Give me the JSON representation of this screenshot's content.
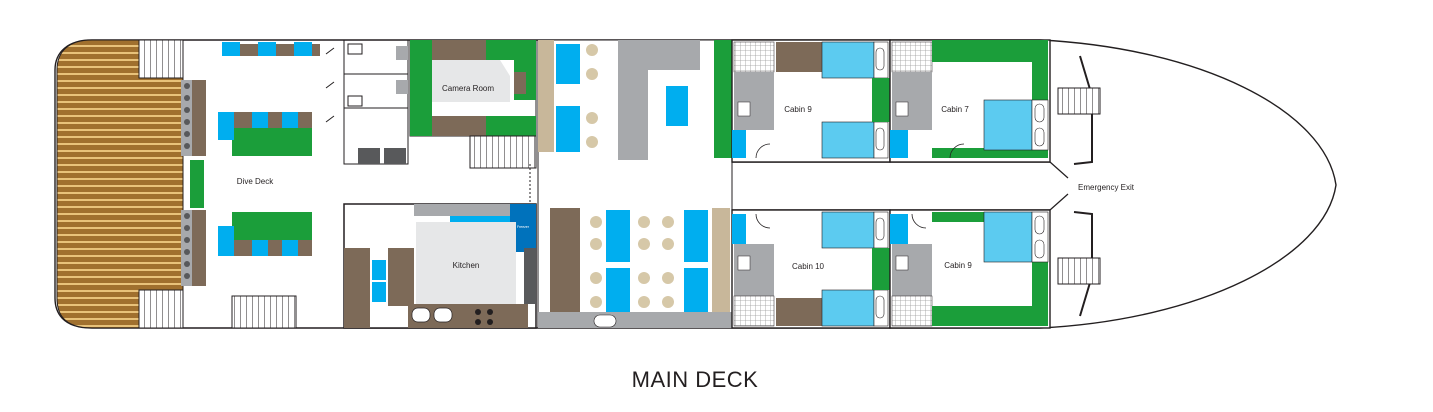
{
  "title": "MAIN DECK",
  "rooms": {
    "dive_deck": "Dive Deck",
    "camera_room": "Camera Room",
    "kitchen": "Kitchen",
    "freezer": "Freezer",
    "cabin_9_top": "Cabin 9",
    "cabin_7": "Cabin 7",
    "cabin_10": "Cabin 10",
    "cabin_9_bottom": "Cabin 9",
    "emergency_exit": "Emergency Exit"
  },
  "colors": {
    "deck_wood": "#a0702e",
    "deck_stripe": "#e8c27a",
    "bed_blue": "#5ccbf0",
    "seat_blue": "#00aeef",
    "green": "#1b9e3a",
    "brown": "#7d6a58",
    "grey": "#a7a9ac",
    "dark_grey": "#58595b",
    "light_grey": "#e6e7e8",
    "tan": "#c8b79a",
    "stool": "#d6c8a8",
    "outline": "#231f20"
  }
}
